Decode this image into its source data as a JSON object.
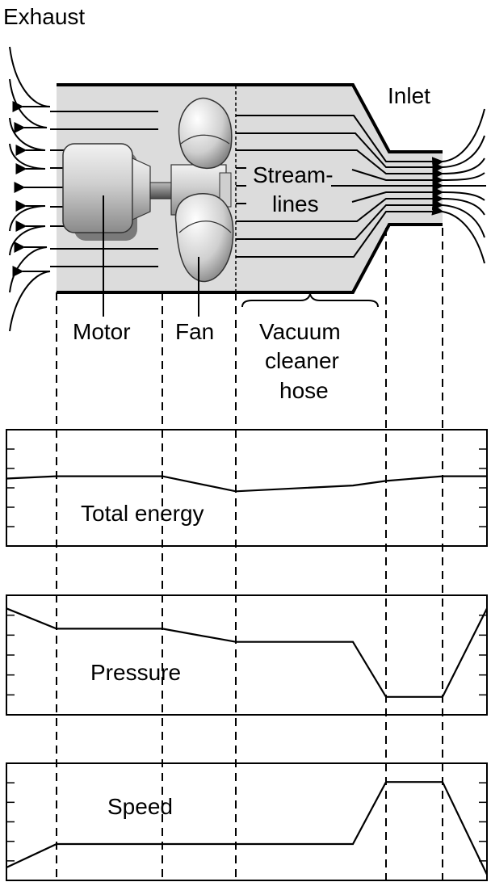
{
  "labels": {
    "exhaust": "Exhaust",
    "inlet": "Inlet",
    "streamlines_1": "Stream-",
    "streamlines_2": "lines",
    "motor": "Motor",
    "fan": "Fan",
    "hose_1": "Vacuum",
    "hose_2": "cleaner",
    "hose_3": "hose"
  },
  "colors": {
    "housing_fill": "#dcdcdc",
    "metal_light": "#e6e6e6",
    "metal_dark": "#8c8c8c",
    "ink": "#000000"
  },
  "chart_data": [
    {
      "type": "line",
      "title": "Total energy",
      "stations": [
        "exhaust-end",
        "motor-start",
        "motor-fan",
        "fan-hose",
        "hose-neck",
        "neck-start",
        "neck-end",
        "inlet-end"
      ],
      "values": [
        0.58,
        0.6,
        0.6,
        0.47,
        0.52,
        0.56,
        0.6,
        0.6
      ],
      "ylim": [
        0,
        1
      ]
    },
    {
      "type": "line",
      "title": "Pressure",
      "stations": [
        "exhaust-end",
        "motor-start",
        "motor-fan",
        "fan-hose",
        "hose-neck",
        "neck-start",
        "neck-end",
        "inlet-end"
      ],
      "values": [
        0.89,
        0.72,
        0.72,
        0.61,
        0.61,
        0.15,
        0.15,
        0.89
      ],
      "ylim": [
        0,
        1
      ]
    },
    {
      "type": "line",
      "title": "Speed",
      "stations": [
        "exhaust-end",
        "motor-start",
        "motor-fan",
        "fan-hose",
        "hose-neck",
        "neck-start",
        "neck-end",
        "inlet-end"
      ],
      "values": [
        0.11,
        0.31,
        0.31,
        0.31,
        0.31,
        0.84,
        0.84,
        0.05
      ],
      "ylim": [
        0,
        1
      ]
    }
  ]
}
